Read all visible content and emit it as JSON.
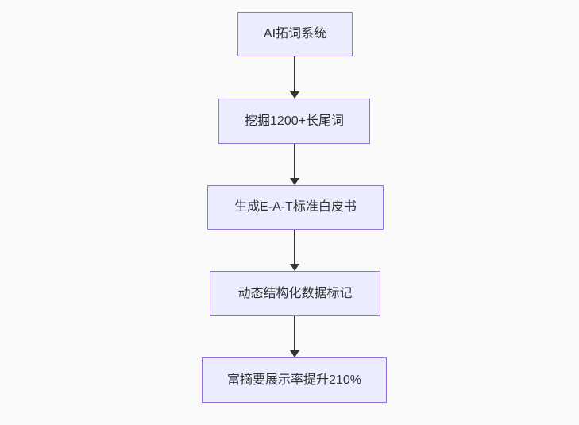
{
  "diagram": {
    "type": "flowchart",
    "direction": "top-down",
    "nodes": [
      {
        "label": "AI拓词系统"
      },
      {
        "label": "挖掘1200+长尾词"
      },
      {
        "label": "生成E-A-T标准白皮书"
      },
      {
        "label": "动态结构化数据标记"
      },
      {
        "label": "富摘要展示率提升210%"
      }
    ],
    "edges": [
      {
        "from": 0,
        "to": 1
      },
      {
        "from": 1,
        "to": 2
      },
      {
        "from": 2,
        "to": 3
      },
      {
        "from": 3,
        "to": 4
      }
    ]
  },
  "theme": {
    "background": "#fafafa",
    "node_fill": "#ececff",
    "node_border": "#9370db",
    "node_text": "#333333",
    "arrow_color": "#333333"
  }
}
